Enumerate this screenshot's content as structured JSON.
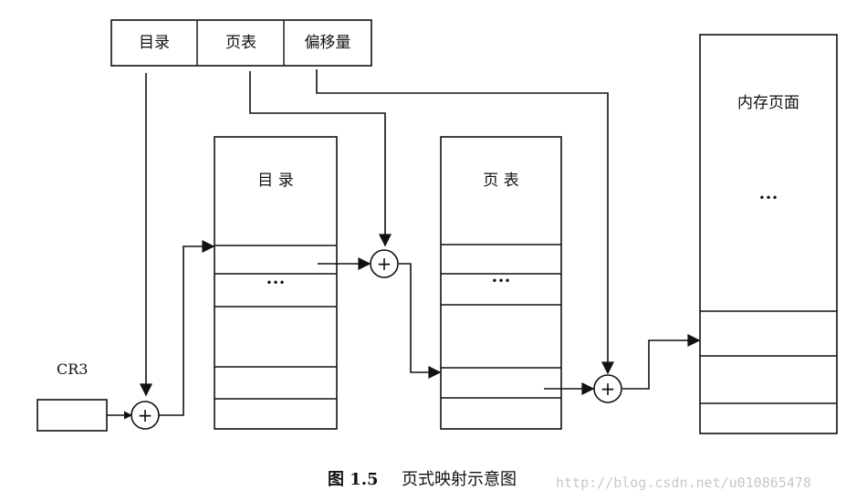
{
  "address_fields": [
    "目录",
    "页表",
    "偏移量"
  ],
  "register": {
    "label": "CR3"
  },
  "tables": {
    "directory": {
      "title": "目 录",
      "ellipsis": "•••"
    },
    "page_table": {
      "title": "页 表",
      "ellipsis": "•••"
    },
    "memory_page": {
      "title": "内存页面",
      "ellipsis": "•••"
    }
  },
  "adder_symbol": "+",
  "caption": {
    "figure": "图 1.5",
    "title": "页式映射示意图"
  },
  "watermark": "http://blog.csdn.net/u010865478"
}
